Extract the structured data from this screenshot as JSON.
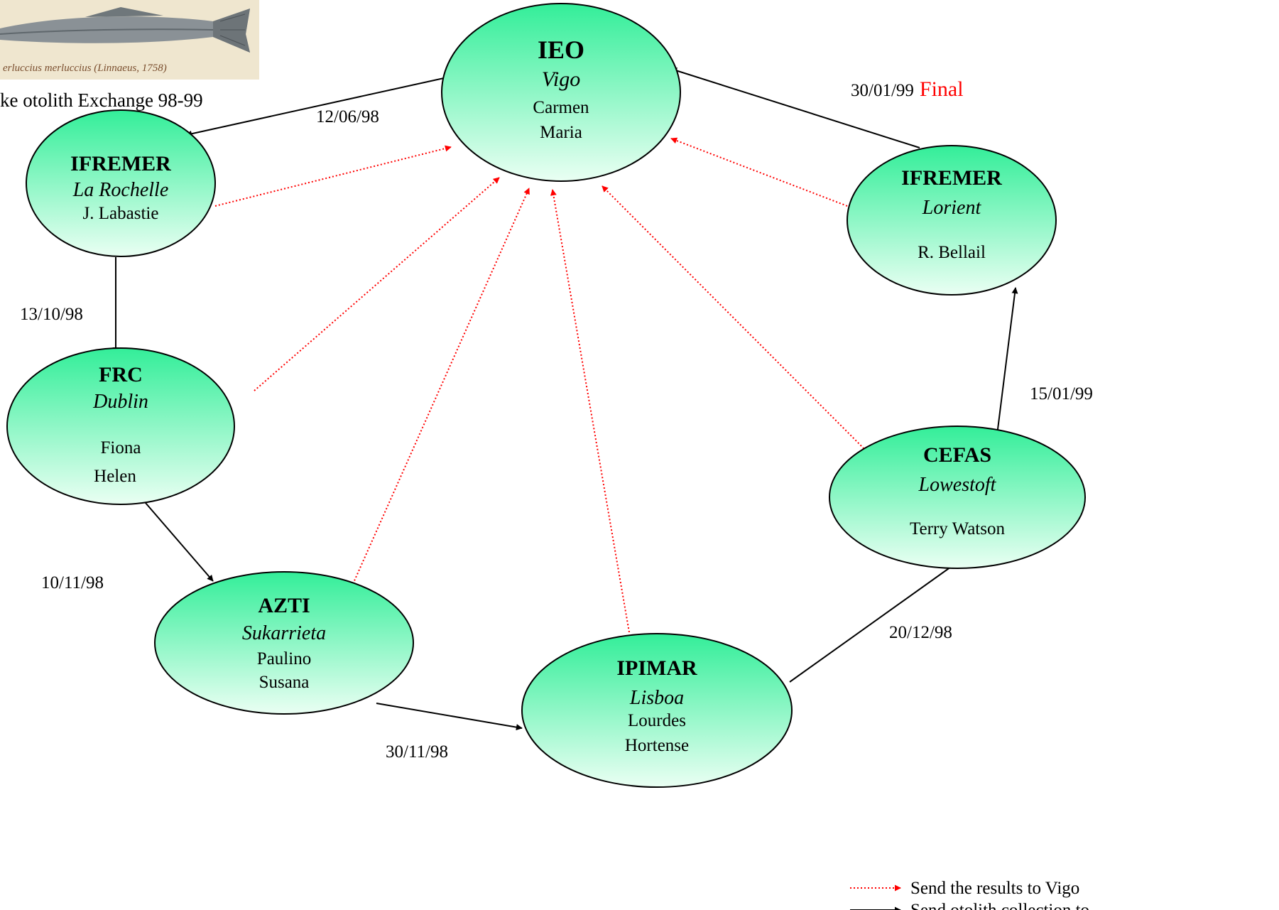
{
  "title": "ke otolith Exchange 98-99",
  "image_caption": "erluccius merluccius (Linnaeus, 1758)",
  "colors": {
    "node_top": "#33ee99",
    "node_bottom": "#eafff3",
    "sample_arrow": "#000000",
    "result_arrow": "#ff0000",
    "final_label": "#ff0000"
  },
  "nodes": [
    {
      "id": "ieo",
      "name": "IEO",
      "location": "Vigo",
      "people": [
        "Carmen",
        "Maria"
      ]
    },
    {
      "id": "ifremer-larochelle",
      "name": "IFREMER",
      "location": "La Rochelle",
      "people": [
        "J. Labastie"
      ]
    },
    {
      "id": "frc",
      "name": "FRC",
      "location": "Dublin",
      "people": [
        "Fiona",
        "Helen"
      ]
    },
    {
      "id": "azti",
      "name": "AZTI",
      "location": "Sukarrieta",
      "people": [
        "Paulino",
        "Susana"
      ]
    },
    {
      "id": "ipimar",
      "name": "IPIMAR",
      "location": "Lisboa",
      "people": [
        "Lourdes",
        "Hortense"
      ]
    },
    {
      "id": "cefas",
      "name": "CEFAS",
      "location": "Lowestoft",
      "people": [
        "Terry Watson"
      ]
    },
    {
      "id": "ifremer-lorient",
      "name": "IFREMER",
      "location": "Lorient",
      "people": [
        "R. Bellail"
      ]
    }
  ],
  "shipments": [
    {
      "from": "ieo",
      "to": "ifremer-larochelle",
      "date": "12/06/98"
    },
    {
      "from": "ifremer-larochelle",
      "to": "frc",
      "date": "13/10/98"
    },
    {
      "from": "frc",
      "to": "azti",
      "date": "10/11/98"
    },
    {
      "from": "azti",
      "to": "ipimar",
      "date": "30/11/98"
    },
    {
      "from": "ipimar",
      "to": "cefas",
      "date": "20/12/98"
    },
    {
      "from": "cefas",
      "to": "ifremer-lorient",
      "date": "15/01/99"
    },
    {
      "from": "ifremer-lorient",
      "to": "ieo",
      "date": "30/01/99",
      "note": "Final"
    }
  ],
  "result_links": [
    "ifremer-larochelle",
    "frc",
    "azti",
    "ipimar",
    "cefas",
    "ifremer-lorient"
  ],
  "legend": {
    "results": "Send the results to Vigo",
    "collection": "Send otolith collection to"
  }
}
